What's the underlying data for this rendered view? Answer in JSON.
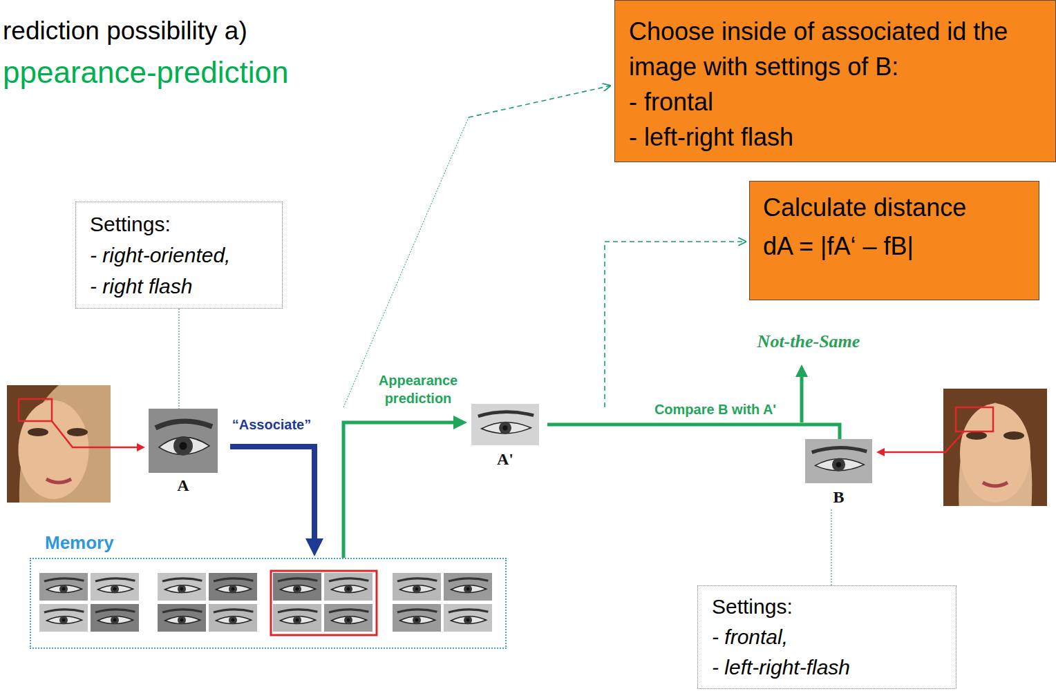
{
  "diagram": {
    "title": "rediction possibility a)",
    "nodes": [
      {
        "text": [
          "Choose inside of associated id the image with settings of B:",
          "- frontal",
          "- left-right flash"
        ]
      },
      {
        "text": [
          "Calculate distance",
          "dA = |fA‘ – fB|"
        ]
      },
      {
        "text": [
          "Settings:",
          "- right-oriented,",
          "- right flash"
        ]
      },
      {
        "text": [
          "A"
        ]
      },
      {
        "text": [
          "A'"
        ]
      },
      {
        "text": [
          "B"
        ]
      },
      {
        "text": [
          "Memory"
        ]
      },
      {
        "text": [
          "Settings:",
          "- frontal,",
          "- left-right-flash"
        ]
      }
    ],
    "edges": [
      {
        "from": 2,
        "to": 3,
        "arrow": "none"
      },
      {
        "from": 3,
        "to": 6,
        "label": "“Associate”",
        "arrow": "to"
      },
      {
        "from": 6,
        "to": 4,
        "label": "Appearance prediction",
        "arrow": "to"
      },
      {
        "from": 4,
        "to": 5,
        "label": "Compare B with A'",
        "arrow": "none"
      },
      {
        "from": 7,
        "to": 5,
        "arrow": "none"
      }
    ],
    "labels": [
      "ppearance-prediction",
      "Not-the-Same"
    ]
  }
}
